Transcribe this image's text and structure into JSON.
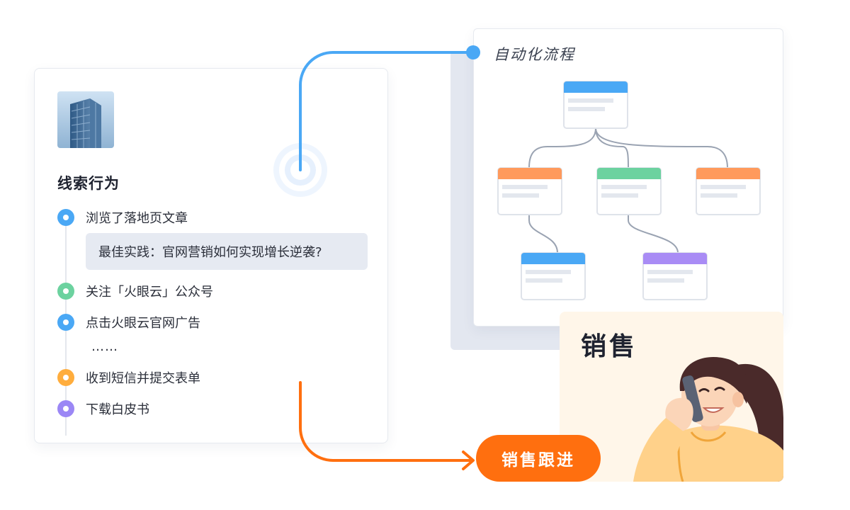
{
  "lead_card": {
    "title": "线索行为",
    "timeline": [
      {
        "label": "浏览了落地页文章",
        "color": "#4aa8f5"
      },
      {
        "label": "关注「火眼云」公众号",
        "color": "#6cd29f"
      },
      {
        "label": "点击火眼云官网广告",
        "color": "#4aa8f5"
      },
      {
        "label": "收到短信并提交表单",
        "color": "#ffad3d"
      },
      {
        "label": "下载白皮书",
        "color": "#9b87f5"
      }
    ],
    "quote": "最佳实践：官网营销如何实现增长逆袭?",
    "ellipsis": "……"
  },
  "flow_card": {
    "title": "自动化流程",
    "node_colors": {
      "blue": "#4aa8f5",
      "orange": "#ff9a5c",
      "green": "#6cd29f",
      "purple": "#a98cf5"
    }
  },
  "sales_card": {
    "title": "销售"
  },
  "followup_button": {
    "label": "销售跟进"
  },
  "colors": {
    "connector_blue": "#4aa8f5",
    "connector_orange": "#ff6f0f"
  }
}
